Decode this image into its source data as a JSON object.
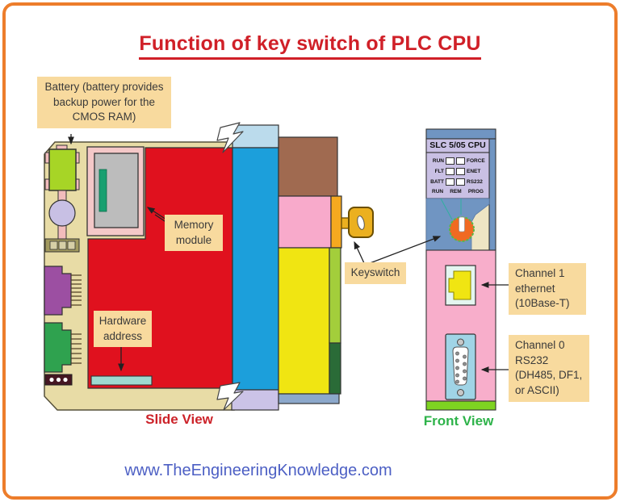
{
  "title": {
    "text": "Function of key switch of PLC CPU"
  },
  "side_view": {
    "caption": "Slide View",
    "labels": {
      "battery": {
        "lines": [
          "Battery (battery provides",
          "backup power for the",
          "CMOS RAM)"
        ]
      },
      "memory": {
        "lines": [
          "Memory",
          "module"
        ]
      },
      "hardware": {
        "lines": [
          "Hardware",
          "address"
        ]
      }
    }
  },
  "middle": {
    "keyswitch_label": "Keyswitch"
  },
  "front_view": {
    "caption": "Front View",
    "module_title": "SLC 5/05 CPU",
    "led_rows": [
      {
        "left": "RUN",
        "right": "FORCE"
      },
      {
        "left": "FLT",
        "right": "ENET"
      },
      {
        "left": "BATT",
        "right": "RS232"
      }
    ],
    "mode_row": [
      "RUN",
      "REM",
      "PROG"
    ],
    "labels": {
      "channel1": {
        "lines": [
          "Channel 1",
          "ethernet",
          "(10Base-T)"
        ]
      },
      "channel0": {
        "lines": [
          "Channel 0",
          "RS232",
          "(DH485, DF1,",
          "or ASCII)"
        ]
      }
    }
  },
  "footer": {
    "website": "www.TheEngineeringKnowledge.com"
  },
  "colors": {
    "frame_orange": "#ED7D2B",
    "title_red": "#D02028",
    "caption_red": "#CC2229",
    "caption_green": "#2EB34A",
    "website_blue": "#4C5FC4",
    "label_bg": "#F8DA9E",
    "pcb_red": "#E0111E",
    "board_tan": "#E8DCA6",
    "rail_blue": "#1C9FDB",
    "key_gold": "#EBB020",
    "keyswitch_orange": "#F06A22"
  }
}
